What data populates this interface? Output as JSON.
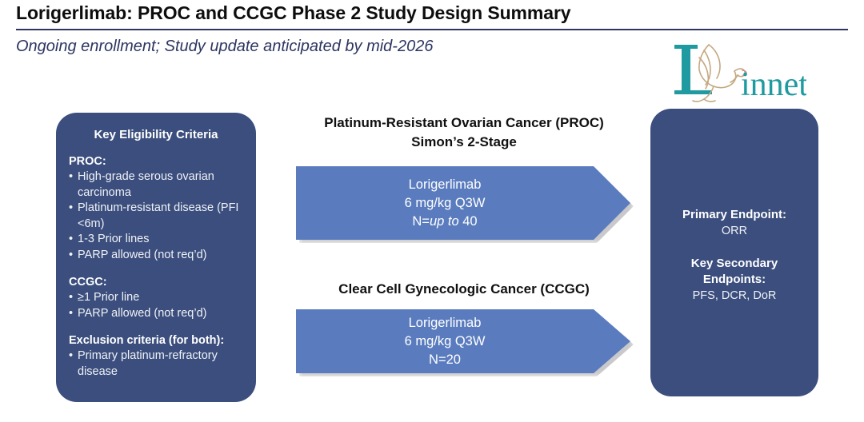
{
  "header": {
    "title": "Lorigerlimab: PROC and CCGC Phase 2 Study Design Summary",
    "subtitle": "Ongoing enrollment; Study update anticipated by mid-2026",
    "rule_color": "#2d3561"
  },
  "logo": {
    "wordmark": "innet",
    "lead_letter": "L",
    "full_name": "Linnet",
    "teal": "#1f9aa0",
    "bird_outline": "#c4a882"
  },
  "eligibility": {
    "heading": "Key Eligibility Criteria",
    "proc_label": "PROC:",
    "proc_items": [
      "High-grade serous ovarian carcinoma",
      "Platinum-resistant disease (PFI <6m)",
      "1-3 Prior lines",
      "PARP allowed (not req’d)"
    ],
    "ccgc_label": "CCGC:",
    "ccgc_items": [
      "≥1 Prior line",
      "PARP allowed (not req’d)"
    ],
    "exclusion_label": "Exclusion criteria (for both):",
    "exclusion_items": [
      "Primary platinum-refractory disease"
    ]
  },
  "proc_cohort": {
    "caption_line1": "Platinum-Resistant Ovarian Cancer (PROC)",
    "caption_line2": "Simon’s 2-Stage",
    "drug": "Lorigerlimab",
    "dose": "6 mg/kg Q3W",
    "n_prefix": "N=",
    "n_italic": "up to",
    "n_suffix": "40"
  },
  "ccgc_cohort": {
    "caption_line1": "Clear Cell Gynecologic Cancer (CCGC)",
    "drug": "Lorigerlimab",
    "dose": "6 mg/kg Q3W",
    "n_value": "N=20"
  },
  "endpoints": {
    "primary_label": "Primary Endpoint:",
    "primary_value": "ORR",
    "secondary_label_line1": "Key Secondary",
    "secondary_label_line2": "Endpoints:",
    "secondary_value": "PFS, DCR, DoR"
  },
  "colors": {
    "panel_navy": "#3b4e7d",
    "arrow_blue": "#5a7cbe",
    "title_black": "#0d0d0d",
    "subtitle_navy": "#2d3561"
  }
}
